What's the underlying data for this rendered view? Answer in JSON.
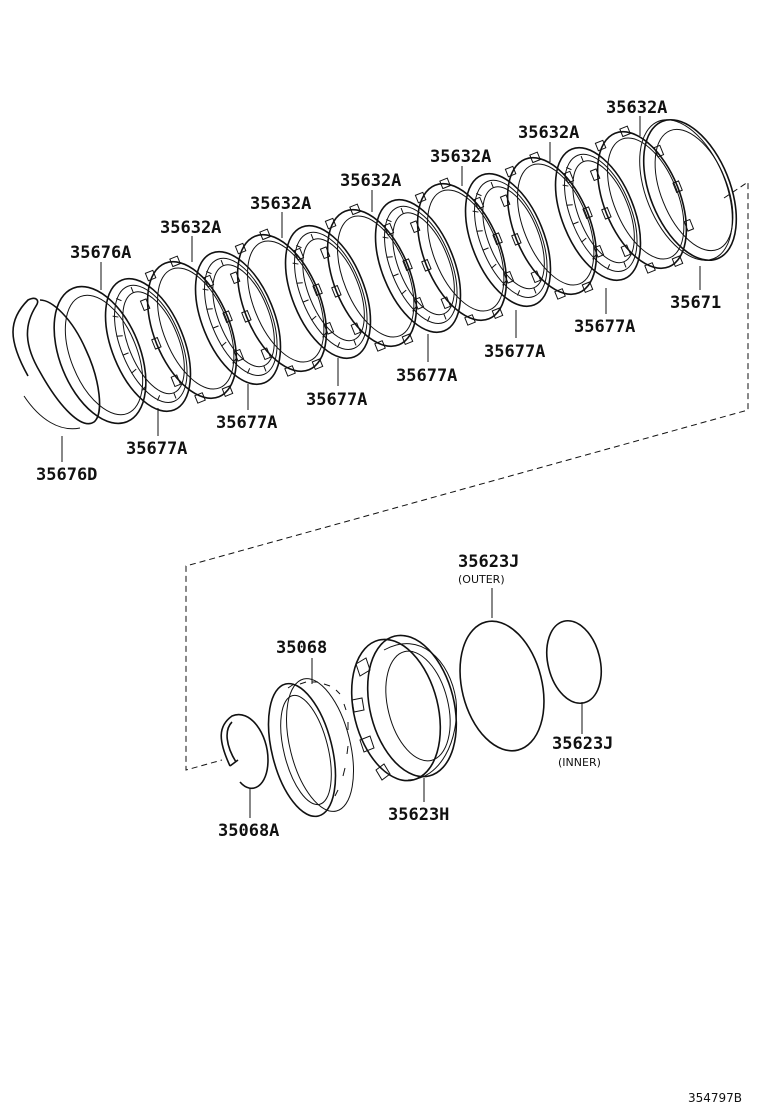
{
  "labels": {
    "l35676A": "35676A",
    "l35676D": "35676D",
    "l35677A_1": "35677A",
    "l35632A_1": "35632A",
    "l35677A_2": "35677A",
    "l35632A_2": "35632A",
    "l35677A_3": "35677A",
    "l35632A_3": "35632A",
    "l35677A_4": "35677A",
    "l35632A_4": "35632A",
    "l35677A_5": "35677A",
    "l35632A_5": "35632A",
    "l35677A_6": "35677A",
    "l35632A_6": "35632A",
    "l35671": "35671",
    "l35623J_outer": "35623J",
    "outer_note": "(OUTER)",
    "l35623J_inner": "35623J",
    "inner_note": "(INNER)",
    "l35068": "35068",
    "l35068A": "35068A",
    "l35623H": "35623H"
  },
  "footer": {
    "diagram_code": "354797B"
  }
}
